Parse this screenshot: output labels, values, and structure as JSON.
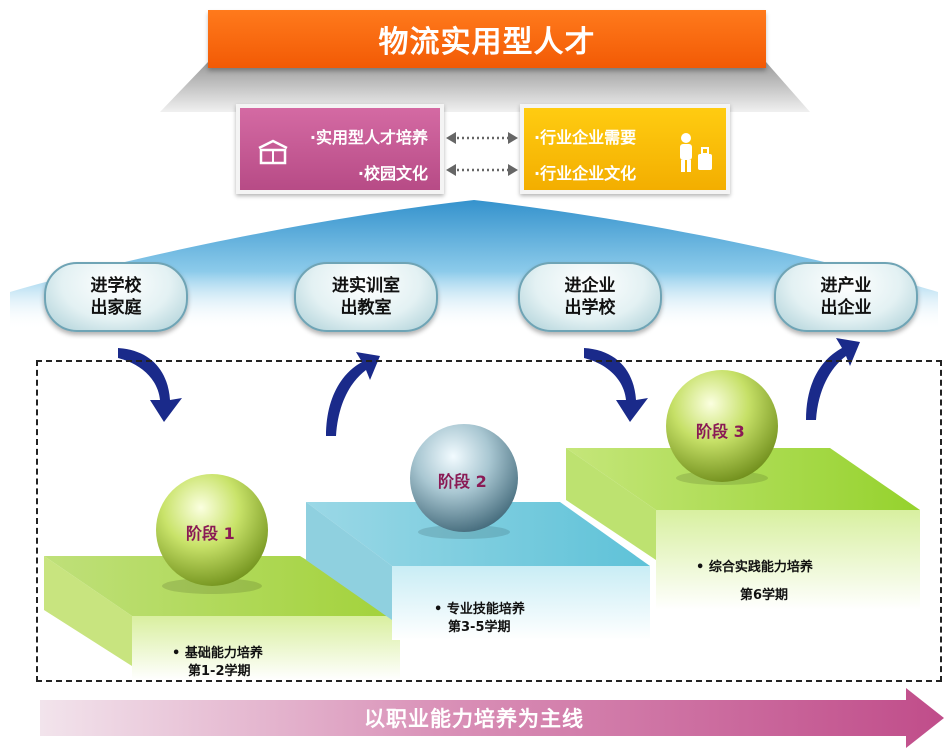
{
  "header": {
    "title": "物流实用型人才"
  },
  "panels": {
    "left": {
      "lines": [
        "·实用型人才培养",
        "·校园文化"
      ],
      "icon": "book-icon"
    },
    "right": {
      "lines": [
        "·行业企业需要",
        "·行业企业文化"
      ],
      "icon": "worker-luggage-icon"
    }
  },
  "transitions": [
    {
      "line1": "进学校",
      "line2": "出家庭"
    },
    {
      "line1": "进实训室",
      "line2": "出教室"
    },
    {
      "line1": "进企业",
      "line2": "出学校"
    },
    {
      "line1": "进产业",
      "line2": "出企业"
    }
  ],
  "stages": [
    {
      "label": "阶段 1",
      "desc": "• 基础能力培养",
      "term": "第1-2学期",
      "color": "#a8d43a"
    },
    {
      "label": "阶段 2",
      "desc": "• 专业技能培养",
      "term": "第3-5学期",
      "color": "#6cc7d6"
    },
    {
      "label": "阶段 3",
      "desc": "• 综合实践能力培养",
      "term": "第6学期",
      "color": "#9fd63a"
    }
  ],
  "footer": {
    "text": "以职业能力培养为主线"
  },
  "colors": {
    "accent": "#f25a05",
    "pink": "#c4578f",
    "gold": "#f7b900",
    "navy": "#1a2a8a"
  }
}
